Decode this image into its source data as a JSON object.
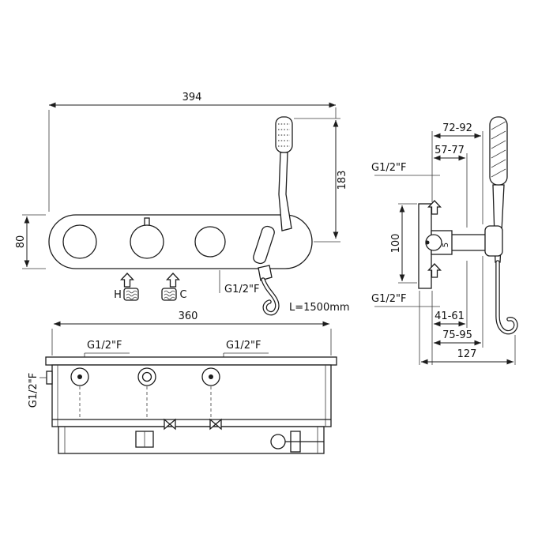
{
  "front_view": {
    "dim_width": "394",
    "dim_height": "80",
    "dim_handshower_height": "183",
    "hot_label": "H",
    "cold_label": "C",
    "outlet_thread": "G1/2\"F",
    "hose_length": "L=1500mm"
  },
  "side_view": {
    "dim_holder_depth": "72-92",
    "dim_valve_depth": "57-77",
    "thread_top": "G1/2\"F",
    "dim_body_height": "100",
    "thread_bottom": "G1/2\"F",
    "dim_rough_min": "41-61",
    "dim_rough_max": "75-95",
    "dim_total_depth": "127",
    "valve_mark": "5"
  },
  "bottom_view": {
    "dim_width": "360",
    "thread_hot": "G1/2\"F",
    "thread_cold": "G1/2\"F",
    "thread_side": "G1/2\"F"
  }
}
